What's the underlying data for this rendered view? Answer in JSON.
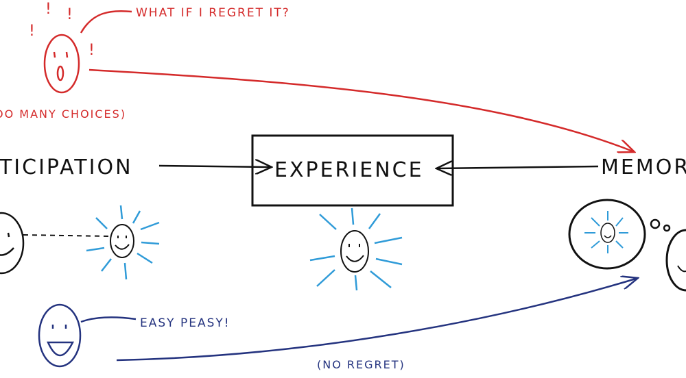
{
  "colors": {
    "red": "#d42a2a",
    "ink": "#111111",
    "navy": "#24337f",
    "sky": "#2f9bd8"
  },
  "labels": {
    "regret_question": "WHAT IF I REGRET IT?",
    "many_choices": "(TOO MANY CHOICES)",
    "anticipation": "ANTICIPATION",
    "experience": "EXPERIENCE",
    "memory": "MEMORY",
    "easy_peasy": "EASY PEASY!",
    "no_regret": "(NO REGRET)",
    "exclamation": "!"
  },
  "icons": [
    "worried-face-icon",
    "happy-face-icon",
    "sun-face-icon",
    "thought-bubble-icon"
  ]
}
